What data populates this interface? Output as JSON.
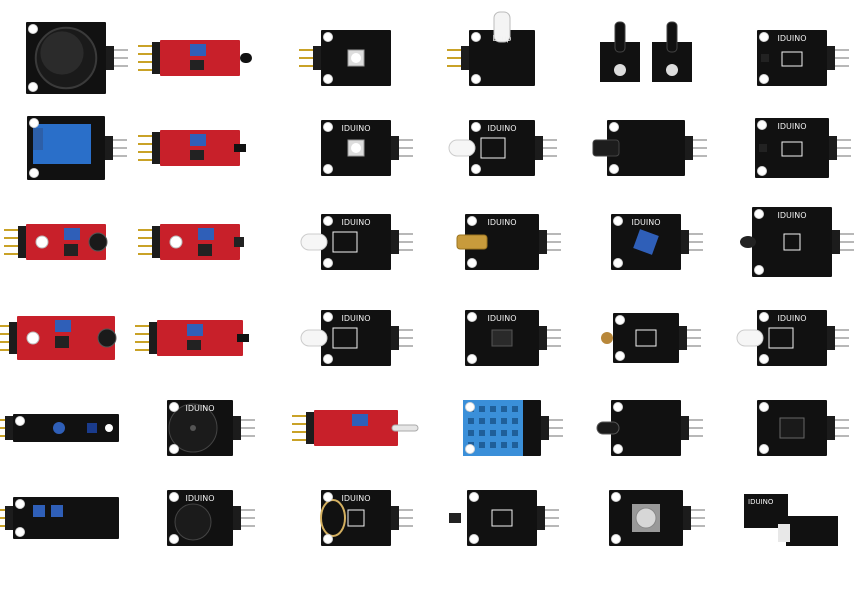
{
  "brand": "IDUINO",
  "colors": {
    "pcb_black": "#111111",
    "pcb_red": "#c8202a",
    "pin_gold": "#c9a227",
    "pin_silver": "#b8b8b8",
    "header_black": "#1c1c1c",
    "pot_blue": "#2f5fb8",
    "relay_blue": "#2a6fc9",
    "dht_blue": "#3a8fd9",
    "silkscreen": "#f2f2f2",
    "background": "#ffffff"
  },
  "rows": [
    [
      {
        "name": "joystick-module",
        "board": "black",
        "size": [
          80,
          72
        ],
        "comp": "joystick",
        "text": "",
        "pins": "right"
      },
      {
        "name": "flame-sensor-module",
        "board": "red",
        "size": [
          80,
          36
        ],
        "comp": "flame",
        "text": "",
        "pins": "left"
      },
      {
        "name": "rgb-led-module",
        "board": "black",
        "size": [
          70,
          56
        ],
        "comp": "rgb-smd",
        "text": "",
        "pins": "left"
      },
      {
        "name": "two-color-led-module",
        "board": "black",
        "size": [
          66,
          56
        ],
        "comp": "led-top",
        "text": "Lcup",
        "pins": "left"
      },
      {
        "name": "tilt-switch-module-pair",
        "board": "black",
        "size": [
          106,
          56
        ],
        "comp": "tilt-pair",
        "text": "",
        "pins": "none"
      },
      {
        "name": "hall-sensor-module",
        "board": "black",
        "size": [
          70,
          56
        ],
        "comp": "hall",
        "text": "IDUINO",
        "pins": "right"
      }
    ],
    [
      {
        "name": "relay-module",
        "board": "black",
        "size": [
          78,
          64
        ],
        "comp": "relay",
        "text": "",
        "pins": "right"
      },
      {
        "name": "temperature-sensor-module",
        "board": "red",
        "size": [
          80,
          36
        ],
        "comp": "ntc",
        "text": "",
        "pins": "left"
      },
      {
        "name": "rgb-led-module-2",
        "board": "black",
        "size": [
          70,
          56
        ],
        "comp": "rgb-smd",
        "text": "IDUINO",
        "pins": "right"
      },
      {
        "name": "white-led-module",
        "board": "black",
        "size": [
          66,
          56
        ],
        "comp": "led-left",
        "text": "IDUINO",
        "pins": "right"
      },
      {
        "name": "reed-switch-module",
        "board": "black",
        "size": [
          78,
          56
        ],
        "comp": "reed",
        "text": "",
        "pins": "right"
      },
      {
        "name": "light-cup-module",
        "board": "black",
        "size": [
          74,
          60
        ],
        "comp": "hall",
        "text": "IDUINO",
        "pins": "right"
      }
    ],
    [
      {
        "name": "microphone-module",
        "board": "red",
        "size": [
          80,
          36
        ],
        "comp": "mic",
        "text": "",
        "pins": "left"
      },
      {
        "name": "obstacle-sensor-module",
        "board": "red",
        "size": [
          80,
          36
        ],
        "comp": "ir",
        "text": "",
        "pins": "left"
      },
      {
        "name": "two-color-led-module-2",
        "board": "black",
        "size": [
          70,
          56
        ],
        "comp": "led-left",
        "text": "IDUINO",
        "pins": "right"
      },
      {
        "name": "laser-module",
        "board": "black",
        "size": [
          74,
          56
        ],
        "comp": "laser",
        "text": "IDUINO",
        "pins": "right"
      },
      {
        "name": "button-module",
        "board": "black",
        "size": [
          70,
          56
        ],
        "comp": "button-blue",
        "text": "IDUINO",
        "pins": "right"
      },
      {
        "name": "ds18b20-module",
        "board": "black",
        "size": [
          80,
          70
        ],
        "comp": "probe",
        "text": "IDUINO",
        "pins": "right"
      }
    ],
    [
      {
        "name": "sound-sensor-module",
        "board": "red",
        "size": [
          98,
          44
        ],
        "comp": "mic",
        "text": "",
        "pins": "left"
      },
      {
        "name": "analog-temperature-module",
        "board": "red",
        "size": [
          86,
          36
        ],
        "comp": "ntc",
        "text": "",
        "pins": "left"
      },
      {
        "name": "white-led-module-2",
        "board": "black",
        "size": [
          70,
          56
        ],
        "comp": "led-left",
        "text": "IDUINO",
        "pins": "right"
      },
      {
        "name": "tap-module",
        "board": "black",
        "size": [
          74,
          56
        ],
        "comp": "tap",
        "text": "IDUINO",
        "pins": "right"
      },
      {
        "name": "photoresistor-module",
        "board": "black",
        "size": [
          66,
          50
        ],
        "comp": "ldr",
        "text": "",
        "pins": "right"
      },
      {
        "name": "ir-receiver-module",
        "board": "black",
        "size": [
          70,
          56
        ],
        "comp": "led-left",
        "text": "IDUINO",
        "pins": "right"
      }
    ],
    [
      {
        "name": "line-tracking-module",
        "board": "black",
        "size": [
          106,
          28
        ],
        "comp": "tracker",
        "text": "",
        "pins": "left"
      },
      {
        "name": "buzzer-module",
        "board": "black",
        "size": [
          66,
          56
        ],
        "comp": "buzzer-big",
        "text": "IDUINO",
        "pins": "right"
      },
      {
        "name": "reed-magnetic-module",
        "board": "red",
        "size": [
          84,
          36
        ],
        "comp": "reed-glass",
        "text": "",
        "pins": "left"
      },
      {
        "name": "dht11-module",
        "board": "black",
        "size": [
          78,
          56
        ],
        "comp": "dht",
        "text": "",
        "pins": "right"
      },
      {
        "name": "ir-transmitter-module",
        "board": "black",
        "size": [
          70,
          56
        ],
        "comp": "ir-tx",
        "text": "",
        "pins": "right"
      },
      {
        "name": "light-blocking-module",
        "board": "black",
        "size": [
          70,
          56
        ],
        "comp": "slot",
        "text": "",
        "pins": "right"
      }
    ],
    [
      {
        "name": "obstacle-avoidance-module",
        "board": "black",
        "size": [
          106,
          42
        ],
        "comp": "avoid",
        "text": "",
        "pins": "left"
      },
      {
        "name": "passive-buzzer-module",
        "board": "black",
        "size": [
          66,
          56
        ],
        "comp": "buzzer",
        "text": "IDUINO",
        "pins": "right"
      },
      {
        "name": "crystal-oscillator-module",
        "board": "black",
        "size": [
          70,
          56
        ],
        "comp": "crystal",
        "text": "IDUINO",
        "pins": "right"
      },
      {
        "name": "hall-magnetic-module",
        "board": "black",
        "size": [
          70,
          56
        ],
        "comp": "hall-left",
        "text": "",
        "pins": "right"
      },
      {
        "name": "rotary-encoder-module",
        "board": "black",
        "size": [
          74,
          56
        ],
        "comp": "encoder",
        "text": "",
        "pins": "right"
      },
      {
        "name": "mini-reed-module-pair",
        "board": "black",
        "size": [
          112,
          60
        ],
        "comp": "mini-pair",
        "text": "IDUINO",
        "pins": "none"
      }
    ]
  ]
}
